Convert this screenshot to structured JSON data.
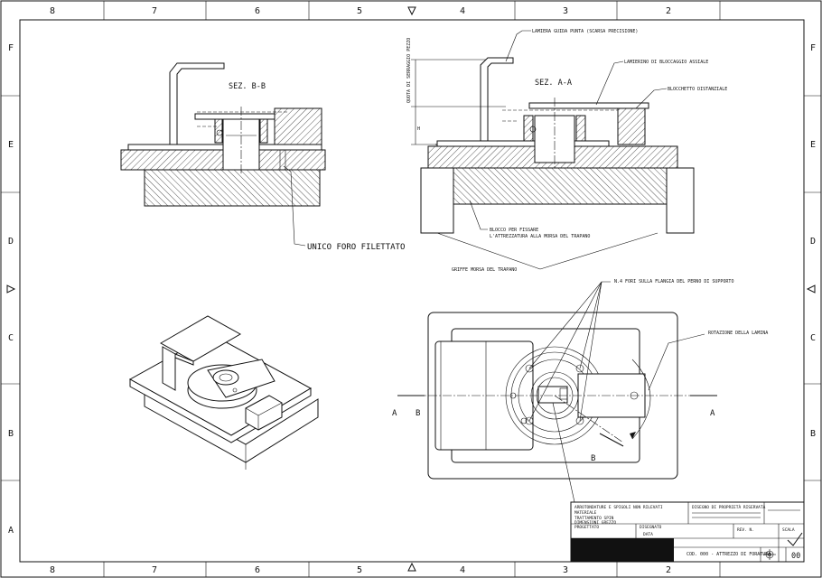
{
  "zones": {
    "columns": [
      "8",
      "7",
      "6",
      "5",
      "4",
      "3",
      "2"
    ],
    "rows": [
      "F",
      "E",
      "D",
      "C",
      "B",
      "A"
    ]
  },
  "sections": {
    "bb_label": "SEZ. B-B",
    "aa_label": "SEZ. A-A"
  },
  "callouts": {
    "unico_foro": "UNICO FORO FILETTATO",
    "lamiera_guida": "LAMIERA GUIDA PUNTA (SCARSA PRECISIONE)",
    "lamierino": "LAMIERINO DI BLOCCAGGIO ASSIALE",
    "blocchetto": "BLOCCHETTO DISTANZIALE",
    "blocco_fissare_1": "BLOCCO PER FISSARE",
    "blocco_fissare_2": "L'ATTREZZATURA ALLA MORSA DEL TRAPANO",
    "griffe": "GRIFFE MORSA DEL TRAPANO",
    "fori": "N.4 FORI SULLA FLANGIA DEL PERNO DI SUPPORTO",
    "rotazione": "ROTAZIONE DELLA LAMINA",
    "quota_vertical": "QUOTA DI SERRAGGIO PEZZO",
    "quota_small": "H"
  },
  "markers": {
    "a_left": "A",
    "b_left": "B",
    "a_right": "A",
    "b_bottom": "B"
  },
  "title_block": {
    "left_lines": [
      "ARROTONDATURE E SPIGOLI NON RILEVATI",
      "MATERIALE",
      "TRATTAMENTO SPIN",
      "DIMENSIONI GREZZO"
    ],
    "progettato": "PROGETTATO",
    "disegnato": "DISEGNATO",
    "data": "DATA",
    "revisione": "REV. N.",
    "scala": "SCALA",
    "cod": "COD. 000 - ATTREZZO DI FORATURA",
    "number": "00",
    "tiny": "DISEGNO DI PROPRIETÀ RISERVATA"
  }
}
